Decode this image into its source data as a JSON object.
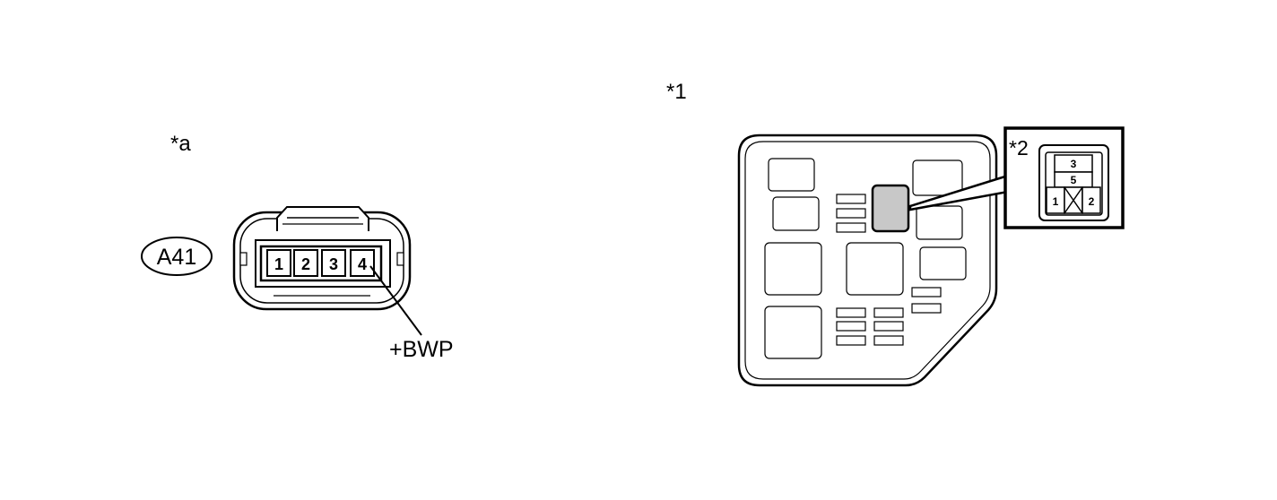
{
  "labels": {
    "a": "*a",
    "one": "*1",
    "two": "*2"
  },
  "connector": {
    "code": "A41",
    "pins": [
      "1",
      "2",
      "3",
      "4"
    ],
    "wire_label": "+BWP"
  },
  "relay": {
    "top": "3",
    "middle": "5",
    "left": "1",
    "right": "2"
  },
  "colors": {
    "line": "#000000",
    "highlight": "#c8c8c8"
  }
}
